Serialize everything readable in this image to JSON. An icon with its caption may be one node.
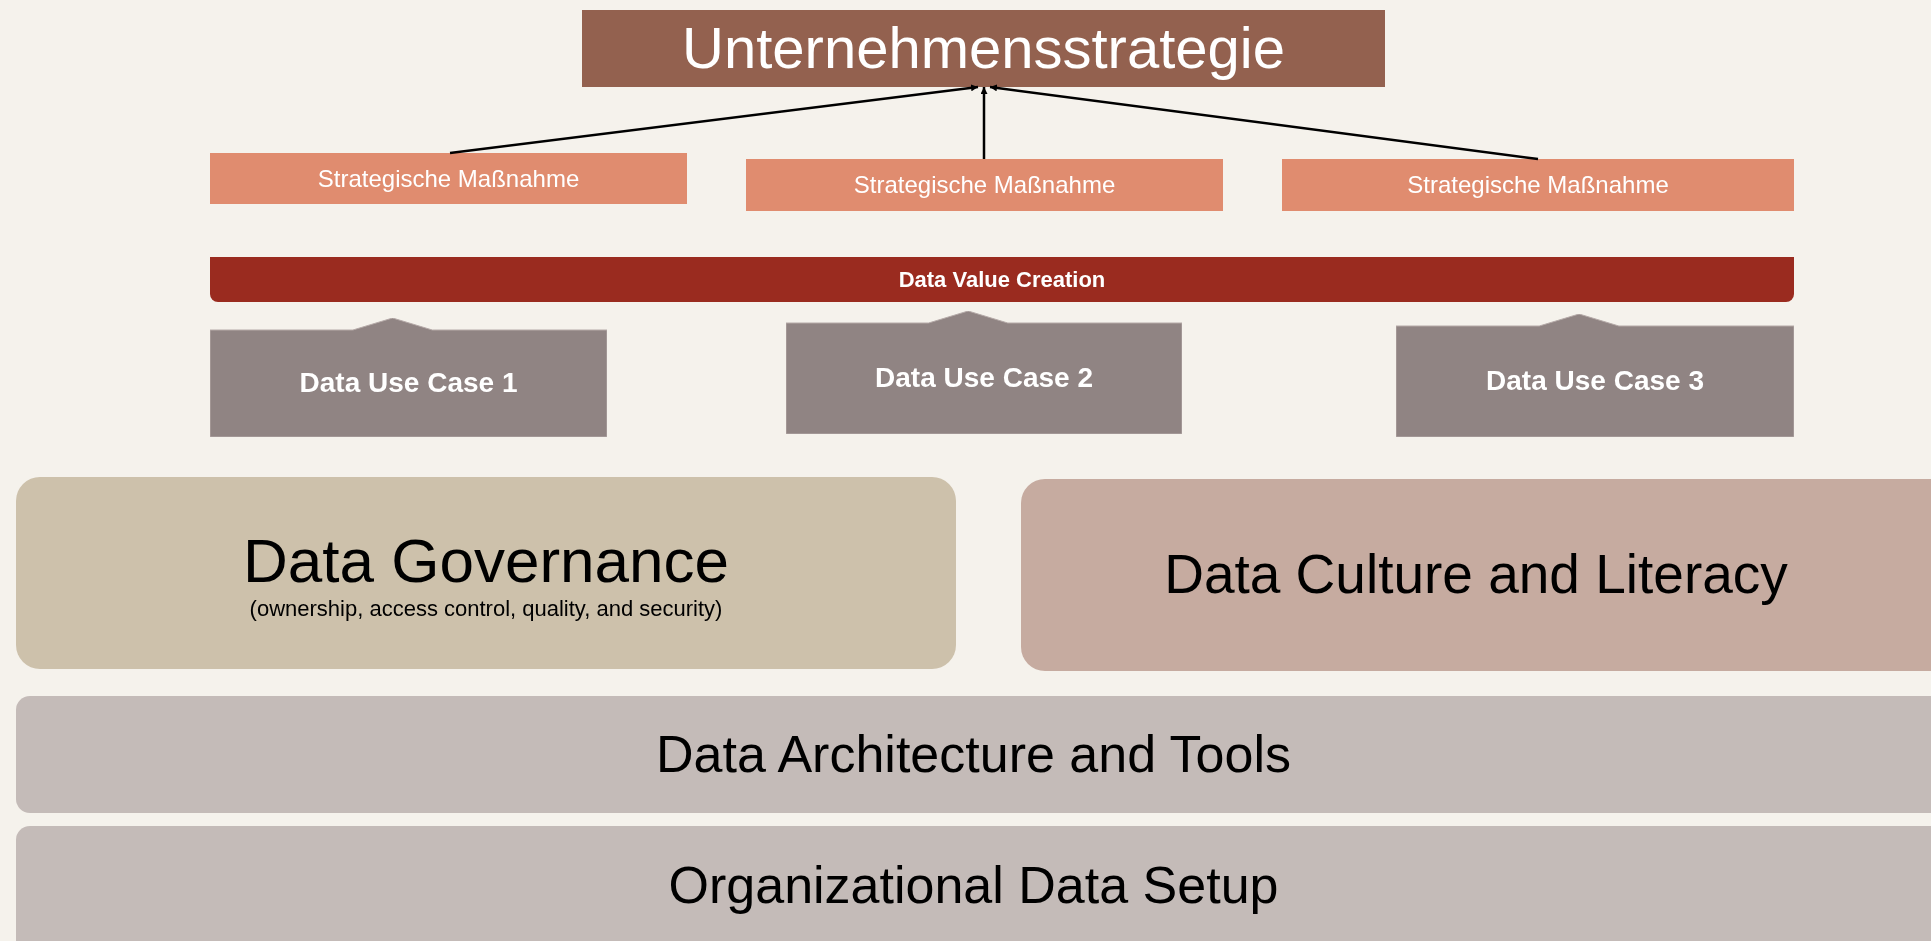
{
  "diagram": {
    "nodes": [
      {
        "text": [
          "Unternehmensstrategie"
        ]
      },
      {
        "text": [
          "Strategische Maßnahme"
        ]
      },
      {
        "text": [
          "Strategische Maßnahme"
        ]
      },
      {
        "text": [
          "Strategische Maßnahme"
        ]
      },
      {
        "text": [
          "Data Value Creation"
        ]
      },
      {
        "text": [
          "Data Use Case 1"
        ]
      },
      {
        "text": [
          "Data Use Case 2"
        ]
      },
      {
        "text": [
          "Data Use Case 3"
        ]
      },
      {
        "text": [
          "Data Governance",
          "(ownership, access control, quality, and security)"
        ]
      },
      {
        "text": [
          "Data Culture and Literacy"
        ]
      },
      {
        "text": [
          "Data Architecture and Tools"
        ]
      },
      {
        "text": [
          "Organizational Data Setup"
        ]
      }
    ],
    "edges": [
      {
        "from": 1,
        "to": 0,
        "arrow": "to"
      },
      {
        "from": 2,
        "to": 0,
        "arrow": "to"
      },
      {
        "from": 3,
        "to": 0,
        "arrow": "to"
      }
    ]
  }
}
